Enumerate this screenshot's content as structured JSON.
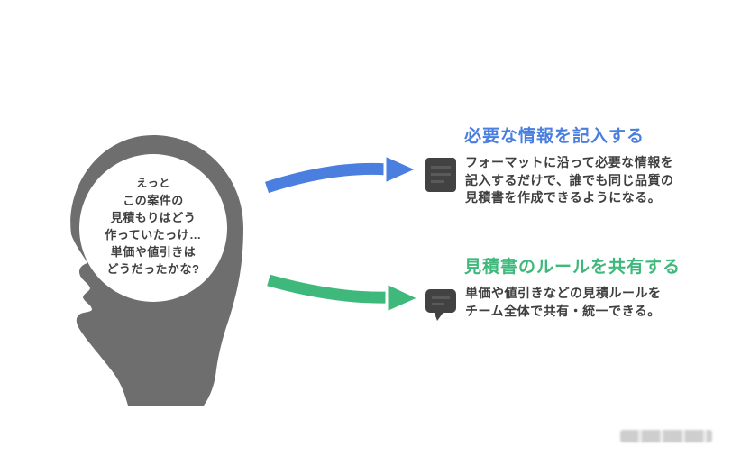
{
  "illustration": {
    "description_note": "head silhouette with thought text, two arrows to two explanation blocks",
    "colors": {
      "head_gray": "#6e6e6e",
      "text_dark": "#3f3f3f",
      "accent_blue": "#4a7fe0",
      "accent_green": "#3eb87b",
      "background": "#ffffff"
    }
  },
  "head": {
    "thought_lines": [
      "えっと",
      "この案件の",
      "見積もりはどう",
      "作っていたっけ…",
      "単価や値引きは",
      "どうだったかな?"
    ]
  },
  "sections": {
    "fill_info": {
      "title": "必要な情報を記入する",
      "body_lines": [
        "フォーマットに沿って必要な情報を",
        "記入するだけで、誰でも同じ品質の",
        "見積書を作成できるようになる。"
      ],
      "icon": "memo-icon",
      "accent": "#4a7fe0"
    },
    "share_rules": {
      "title": "見積書のルールを共有する",
      "body_lines": [
        "単価や値引きなどの見積ルールを",
        "チーム全体で共有・統一できる。"
      ],
      "icon": "speech-bubble-icon",
      "accent": "#3eb87b"
    }
  }
}
